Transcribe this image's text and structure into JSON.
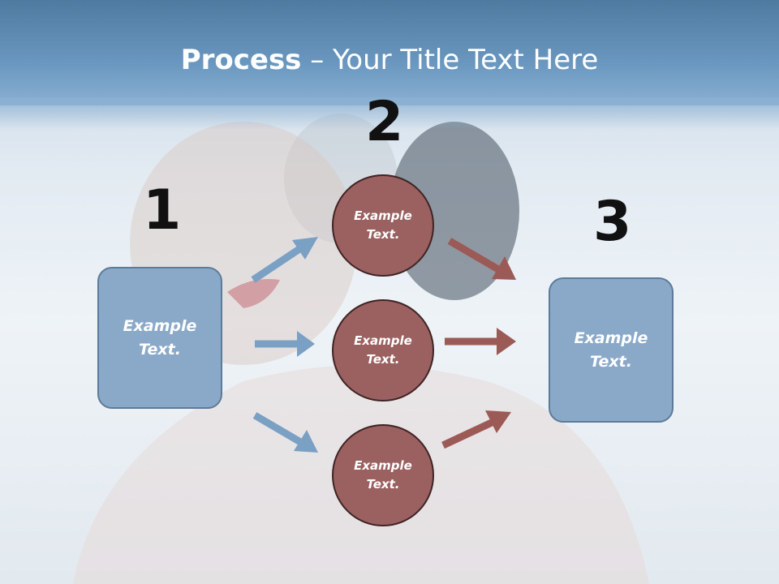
{
  "title": {
    "bold": "Process",
    "rest": " – Your Title Text Here"
  },
  "steps": {
    "one": "1",
    "two": "2",
    "three": "3"
  },
  "left_box": {
    "line1": "Example",
    "line2": "Text."
  },
  "right_box": {
    "line1": "Example",
    "line2": "Text."
  },
  "circles": [
    {
      "line1": "Example",
      "line2": "Text."
    },
    {
      "line1": "Example",
      "line2": "Text."
    },
    {
      "line1": "Example",
      "line2": "Text."
    }
  ],
  "colors": {
    "header": "#5f8cb4",
    "box_fill": "#8aa9c8",
    "circle_fill": "#9b6060",
    "blue_arrow": "#7aa0c4",
    "red_arrow": "#9b5a55"
  }
}
